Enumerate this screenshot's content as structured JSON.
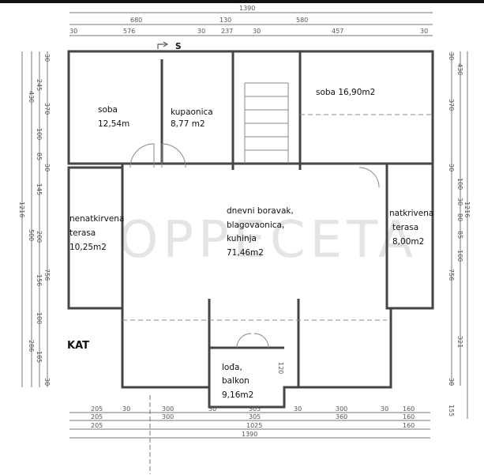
{
  "watermark": "OPPECETA",
  "floor_label": "KAT",
  "entry_mark": "S",
  "rooms": {
    "soba_left": {
      "name": "soba",
      "area": "12,54m"
    },
    "kupaonica": {
      "name": "kupaonica",
      "area": "8,77 m2"
    },
    "soba_right": {
      "name": "soba 16,90m2"
    },
    "nenatkrivena": {
      "line1": "nenatkirvena",
      "line2": "terasa",
      "area": "10,25m2"
    },
    "dnevni": {
      "line1": "dnevni boravak,",
      "line2": "blagovaonica,",
      "line3": "kuhinja",
      "area": "71,46m2"
    },
    "natkrivena": {
      "line1": "natkrivena",
      "line2": "terasa",
      "area": "8,00m2"
    },
    "lodja": {
      "line1": "lođa,",
      "line2": "balkon",
      "area": "9,16m2"
    }
  },
  "dims": {
    "top_total": "1390",
    "top_mid": [
      "680",
      "130",
      "580"
    ],
    "top_detail": [
      "30",
      "576",
      "30",
      "237",
      "30",
      "457",
      "30"
    ],
    "left_outer": "1216",
    "left_2": [
      "430",
      "500",
      "286"
    ],
    "left_3": [
      "245",
      "100",
      "85",
      "145",
      "200",
      "156",
      "100",
      "185"
    ],
    "left_4": [
      "30",
      "370",
      "30",
      "756",
      "30"
    ],
    "right_outer": "1216",
    "right_2": [
      "430",
      "100",
      "30",
      "80",
      "85",
      "100",
      "321"
    ],
    "right_3": [
      "30",
      "370",
      "30",
      "756",
      "30",
      "155"
    ],
    "bottom_1": [
      "205",
      "30",
      "300",
      "30",
      "305",
      "30",
      "300",
      "30",
      "160"
    ],
    "bottom_2": [
      "205",
      "300",
      "305",
      "360",
      "160"
    ],
    "bottom_3": [
      "205",
      "1025",
      "160"
    ],
    "bottom_total": "1390",
    "lodja_small": "120"
  }
}
